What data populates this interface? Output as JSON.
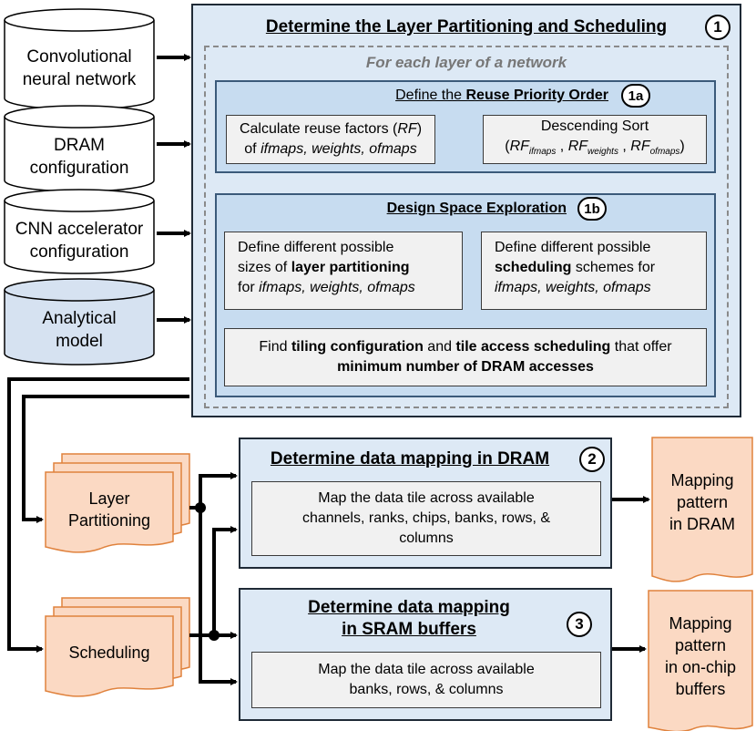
{
  "inputs": {
    "cnn": [
      "Convolutional",
      "neural network"
    ],
    "dram_config": [
      "DRAM",
      "configuration"
    ],
    "accel_config": [
      "CNN accelerator",
      "configuration"
    ],
    "model": [
      "Analytical",
      "model"
    ]
  },
  "step1": {
    "title": "Determine the Layer Partitioning and Scheduling",
    "number": "1",
    "loop_label": "For each layer of a network",
    "sub_a": {
      "title_prefix": "Define the ",
      "title_bold": "Reuse Priority Order",
      "number": "1a",
      "calc": {
        "line1_a": "Calculate reuse factors (",
        "line1_b": "RF",
        "line1_c": ")",
        "line2_a": "of ",
        "line2_b": "ifmaps, weights, ofmaps"
      },
      "sort": {
        "line1": "Descending Sort",
        "open": "(",
        "rf": "RF",
        "sub1": "ifmaps",
        "sub2": "weights",
        "sub3": "ofmaps",
        "comma": " , ",
        "close": ")"
      }
    },
    "sub_b": {
      "title": "Design Space Exploration",
      "number": "1b",
      "left": {
        "line1": "Define different possible",
        "line2_a": "sizes of ",
        "line2_b": "layer partitioning",
        "line3_a": "for ",
        "line3_b": "ifmaps, weights, ofmaps"
      },
      "right": {
        "line1": "Define different possible",
        "line2_a": "scheduling",
        "line2_b": " schemes for",
        "line3": "ifmaps, weights, ofmaps"
      },
      "find": {
        "line1_a": "Find ",
        "line1_b": "tiling configuration",
        "line1_c": " and ",
        "line1_d": "tile access scheduling",
        "line1_e": " that offer",
        "line2": "minimum number of DRAM accesses"
      }
    }
  },
  "outputs": {
    "layer_partitioning": [
      "Layer",
      "Partitioning"
    ],
    "scheduling": [
      "Scheduling"
    ]
  },
  "step2": {
    "title": "Determine data mapping in DRAM",
    "number": "2",
    "body": [
      "Map the data tile across available",
      "channels, ranks, chips, banks, rows, &",
      "columns"
    ],
    "result": [
      "Mapping",
      "pattern",
      "in DRAM"
    ]
  },
  "step3": {
    "title": [
      "Determine data mapping",
      "in SRAM buffers"
    ],
    "number": "3",
    "body": [
      "Map the data tile across available",
      "banks, rows, & columns"
    ],
    "result": [
      "Mapping",
      "pattern",
      "in on-chip",
      "buffers"
    ]
  },
  "colors": {
    "panel": "#dde9f5",
    "inner_panel": "#c7dcf0",
    "model": "#d6e2f1",
    "doc_fill": "#fbd9c3",
    "doc_stroke": "#e0823d",
    "arrow_purple": "#6a2ea0"
  }
}
